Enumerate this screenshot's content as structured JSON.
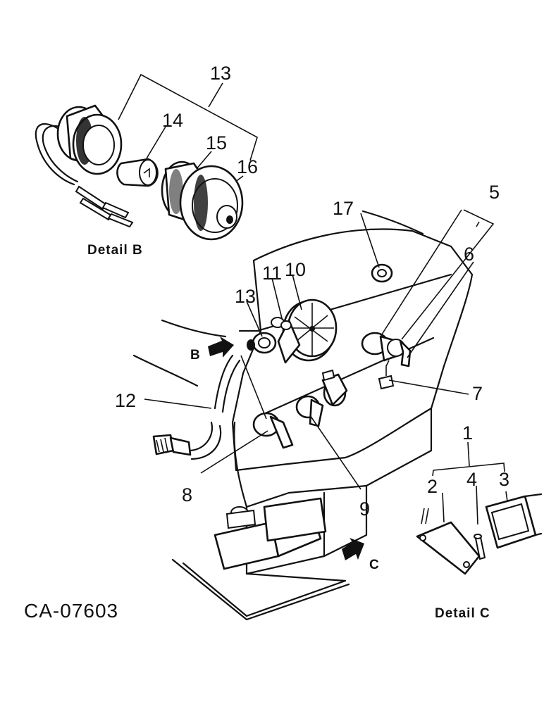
{
  "diagram": {
    "code": "CA-07603",
    "detail_b_caption": "Detail B",
    "detail_c_caption": "Detail C",
    "arrow_b_label": "B",
    "arrow_c_label": "C",
    "callouts": {
      "c1": "1",
      "c2": "2",
      "c3": "3",
      "c4": "4",
      "c5": "5",
      "c6": "6",
      "c7": "7",
      "c8": "8",
      "c9": "9",
      "c10": "10",
      "c11": "11",
      "c12": "12",
      "c13_detail": "13",
      "c13_main": "13",
      "c14": "14",
      "c15": "15",
      "c16": "16",
      "c17": "17"
    }
  }
}
